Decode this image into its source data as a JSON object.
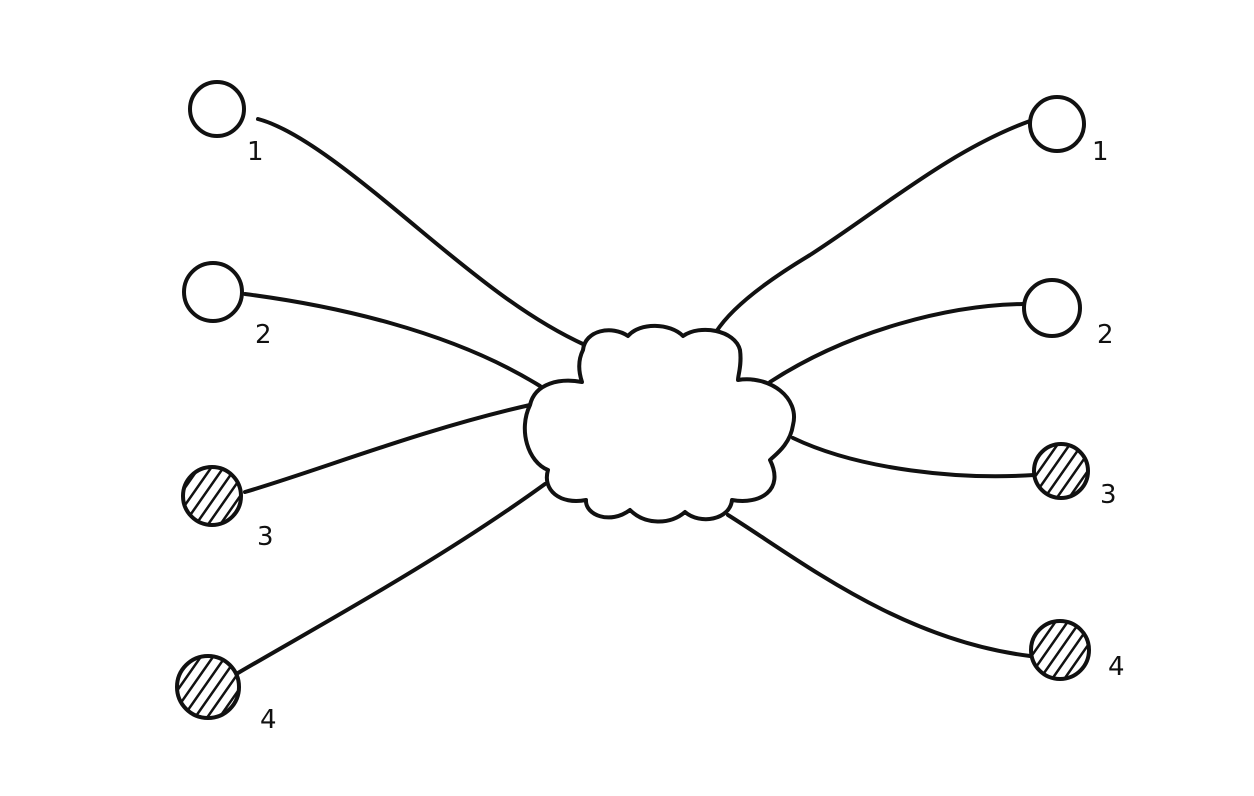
{
  "diagram": {
    "type": "network-cloud",
    "left_nodes": [
      {
        "label": "1",
        "fill": "hollow"
      },
      {
        "label": "2",
        "fill": "hollow"
      },
      {
        "label": "3",
        "fill": "hatched"
      },
      {
        "label": "4",
        "fill": "hatched"
      }
    ],
    "right_nodes": [
      {
        "label": "1",
        "fill": "hollow"
      },
      {
        "label": "2",
        "fill": "hollow"
      },
      {
        "label": "3",
        "fill": "hatched"
      },
      {
        "label": "4",
        "fill": "hatched"
      }
    ],
    "colors": {
      "stroke": "#111111",
      "background": "#ffffff"
    }
  }
}
